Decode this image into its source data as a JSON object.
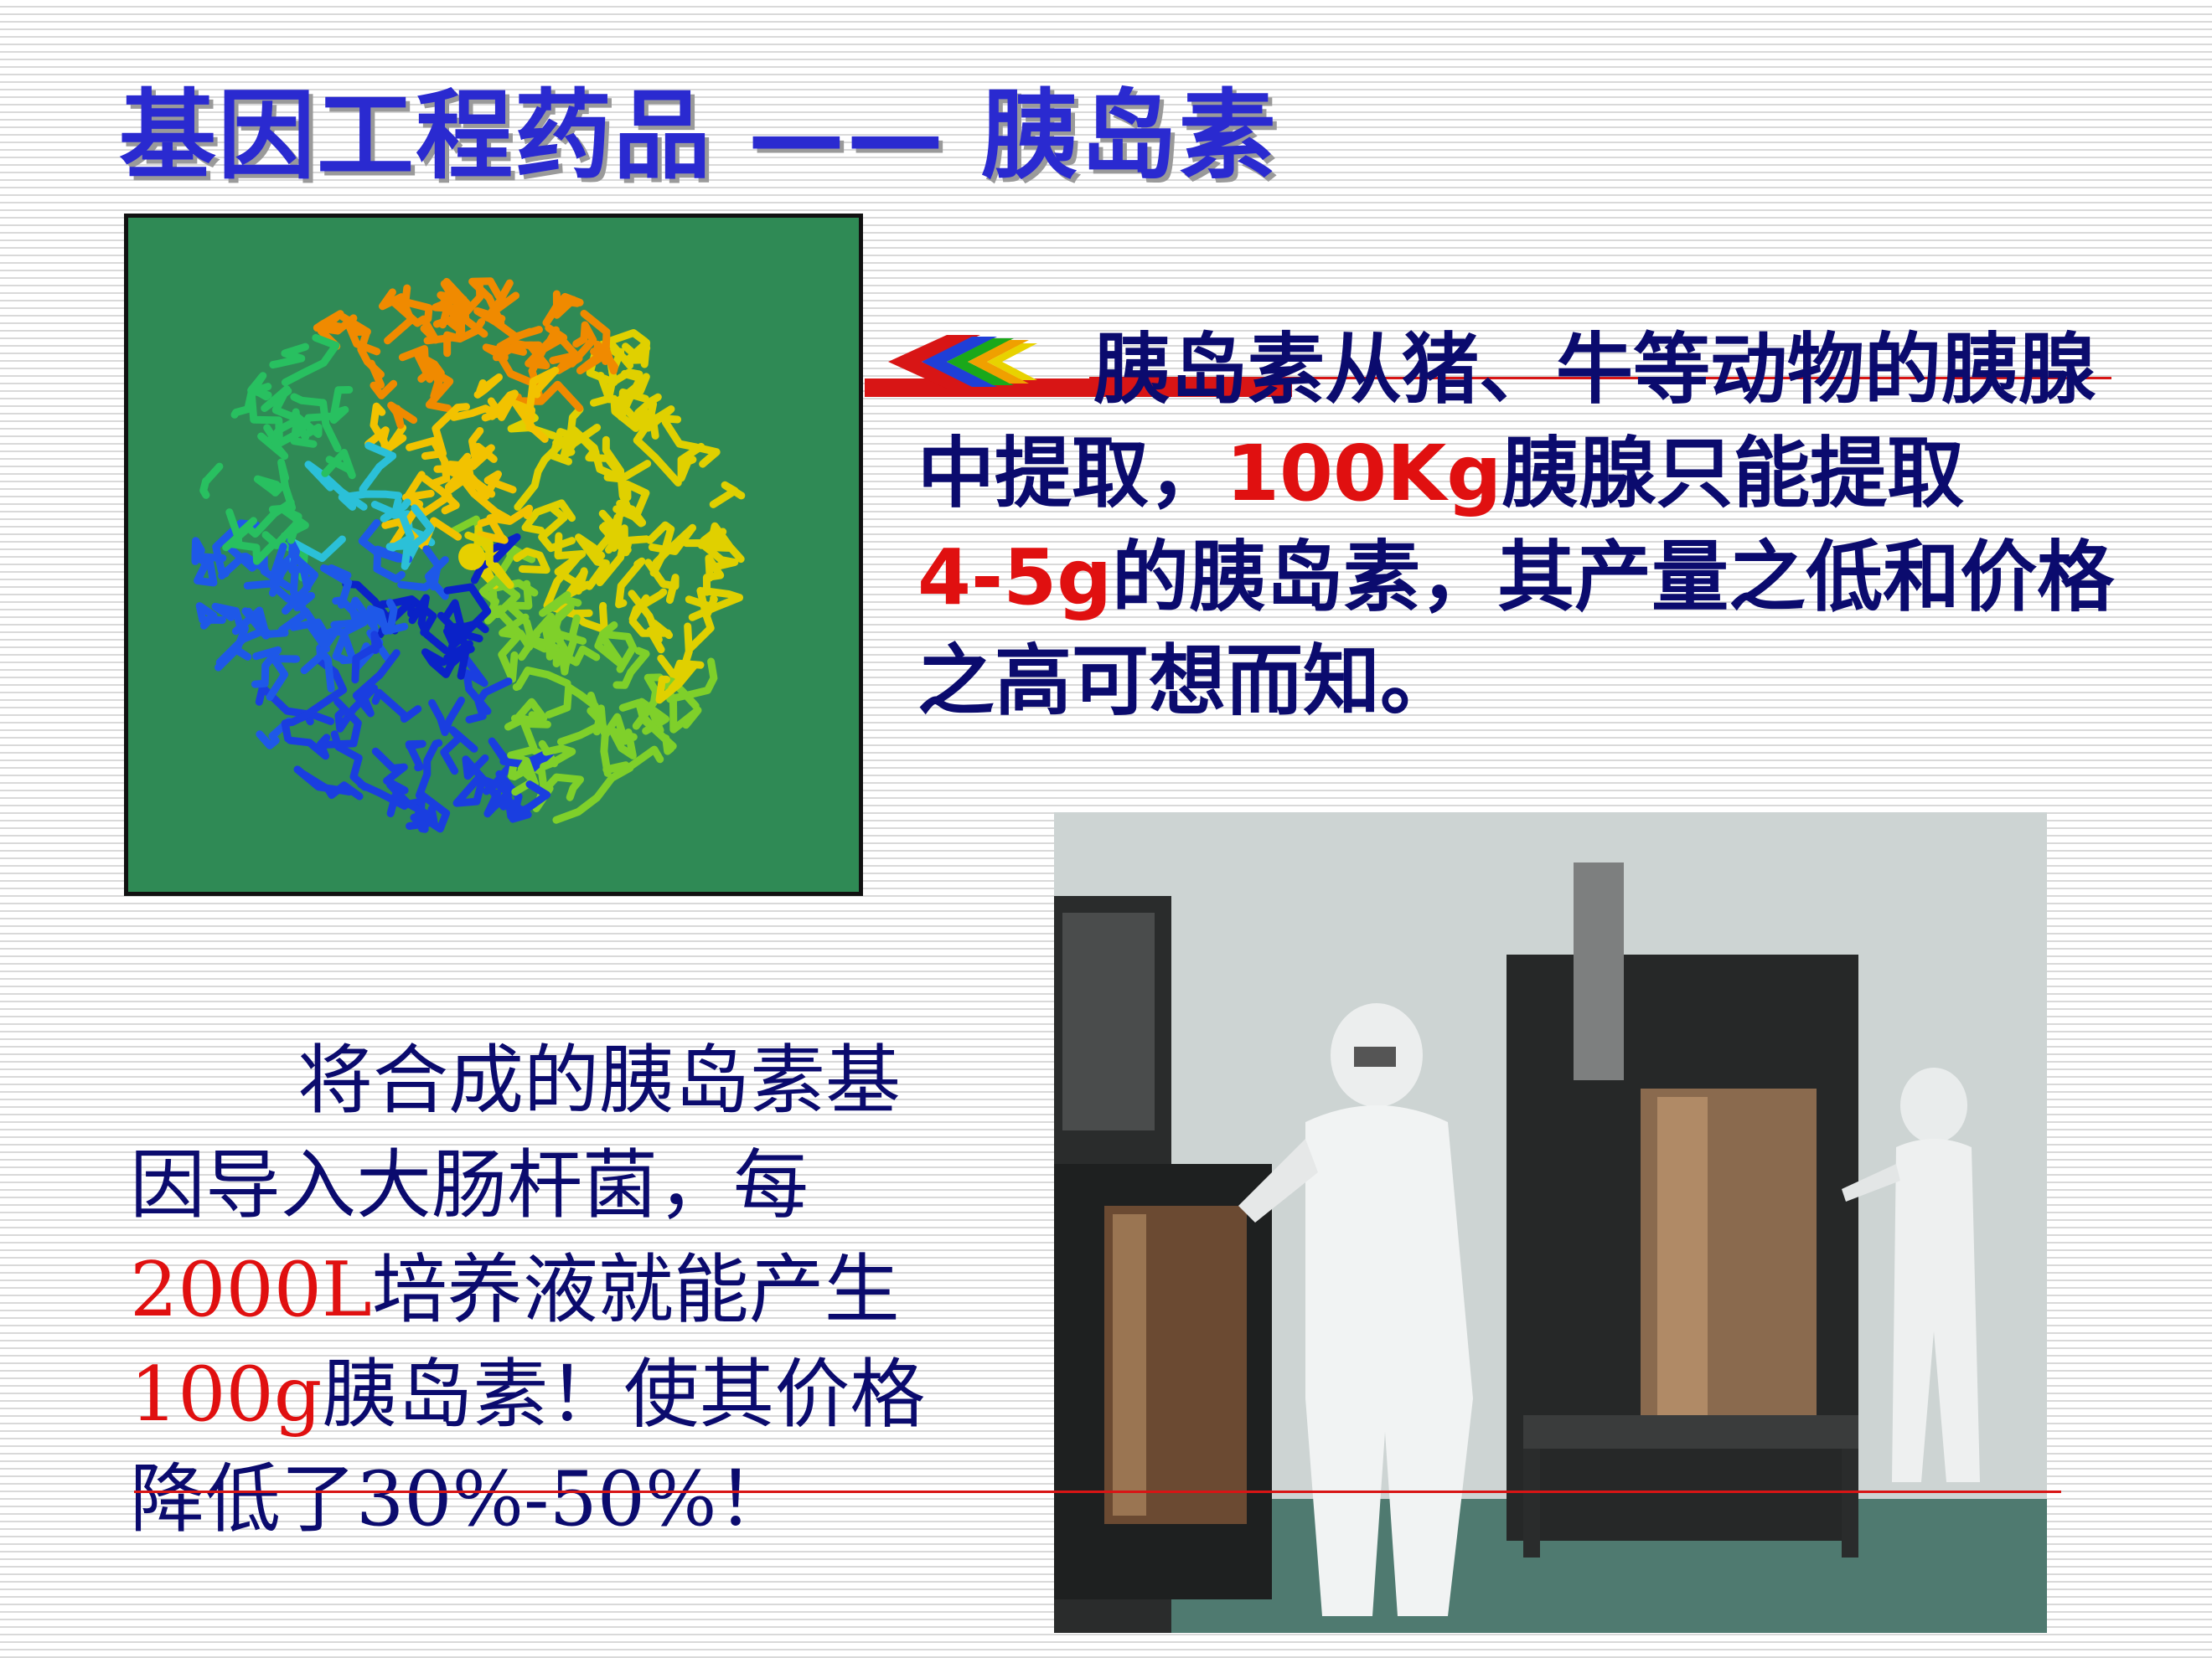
{
  "title": "基因工程药品 —— 胰岛素",
  "top_paragraph": {
    "seg1": "胰岛素从猪、牛等动物的胰腺中提取，",
    "seg2_red": "100Kg",
    "seg3": "胰腺只能提取",
    "seg4_red": "4-5g",
    "seg5": "的胰岛素，其产量之低和价格之高可想而知。"
  },
  "bottom_paragraph": {
    "seg1": "将合成的胰岛素基因导入大肠杆菌，每",
    "seg2_red": "2000L",
    "seg3": "培养液就能产生",
    "seg4_red": "100g",
    "seg5": "胰岛素！使其价格降低了30%-50%！"
  },
  "colors": {
    "title": "#2a2ad0",
    "body_text": "#0b0b6e",
    "highlight": "#e01010",
    "panel_bg": "#2f8a55"
  },
  "icons": [
    "arrow-chevrons-icon"
  ]
}
